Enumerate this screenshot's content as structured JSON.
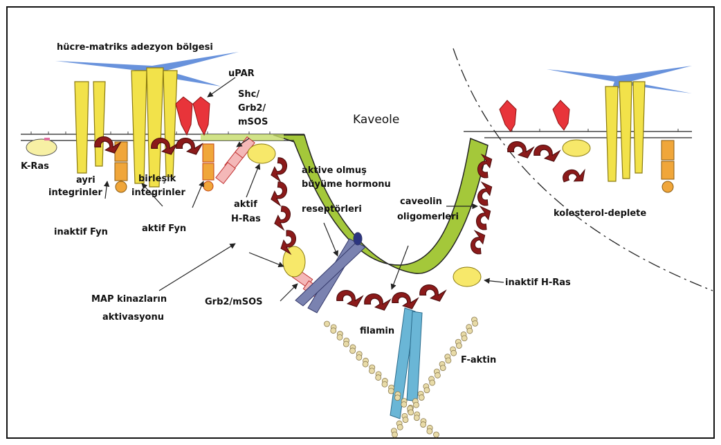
{
  "labels": {
    "matrix_adhesion": "hücre-matriks adezyon bölgesi",
    "upar": "uPAR",
    "shc_line1": "Shc/",
    "shc_line2": "Grb2/",
    "shc_line3": "mSOS",
    "caveola": "Kaveole",
    "k_ras": "K-Ras",
    "separate_line1": "ayri",
    "separate_line2": "integrinler",
    "joined_line1": "birleşik",
    "joined_line2": "integrinler",
    "inactive_fyn": "inaktif Fyn",
    "active_fyn": "aktif Fyn",
    "active_hras_line1": "aktif",
    "active_hras_line2": "H-Ras",
    "receptor_line1": "aktive olmuş",
    "receptor_line2": "büyüme hormonu",
    "receptor_line3": "reseptörleri",
    "caveolin_line1": "caveolin",
    "caveolin_line2": "oligomerleri",
    "cholesterol": "kolesterol-deplete",
    "map_line1": "MAP kinazların",
    "map_line2": "aktivasyonu",
    "grb2": "Grb2/mSOS",
    "inactive_hras": "inaktif H-Ras",
    "filamin": "filamin",
    "f_actin": "F-aktin"
  },
  "colors": {
    "integrin": "#f2e24a",
    "integrin_stroke": "#8a7a10",
    "matrix": "#4d7fd6",
    "upar": "#e8343a",
    "caveolin": "#8b1a1a",
    "caveola_fill": "#a4c83a",
    "ras": "#f7f0a4",
    "fyn": "#f0a63a",
    "grb2": "#f4b8b8",
    "receptor": "#7a82b0",
    "filamin": "#6ab6d6",
    "actin": "#e8dba8"
  }
}
